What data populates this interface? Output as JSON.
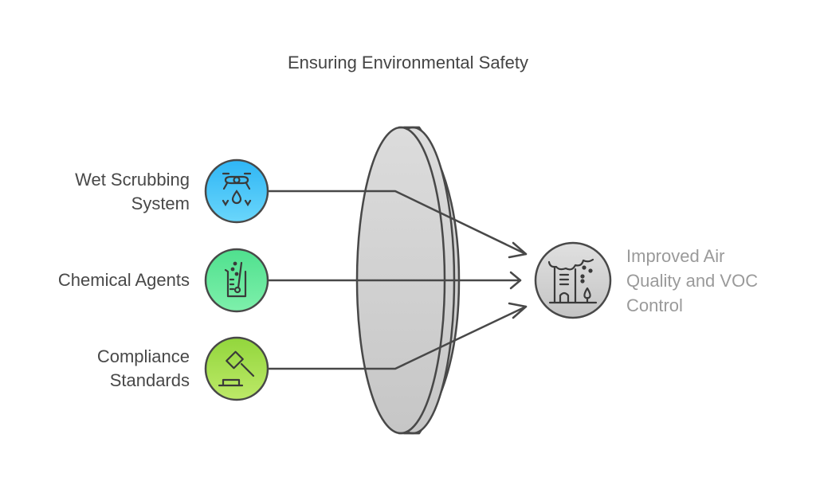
{
  "title": "Ensuring Environmental Safety",
  "inputs": [
    {
      "label_lines": [
        "Wet Scrubbing",
        "System"
      ],
      "icon": "drone-water-spray-icon",
      "color": "#4cc7f7"
    },
    {
      "label_lines": [
        "Chemical Agents"
      ],
      "icon": "beaker-icon",
      "color": "#5ee89a"
    },
    {
      "label_lines": [
        "Compliance",
        "Standards"
      ],
      "icon": "gavel-icon",
      "color": "#a5dd50"
    }
  ],
  "output": {
    "label_lines": [
      "Improved Air",
      "Quality and VOC",
      "Control"
    ],
    "icon": "factory-pollution-tree-icon",
    "color": "#d0d0d0"
  },
  "lens": {
    "name": "focusing-lens"
  },
  "colors": {
    "stroke": "#484848",
    "text": "#444444",
    "output_text": "#9a9a9a"
  }
}
